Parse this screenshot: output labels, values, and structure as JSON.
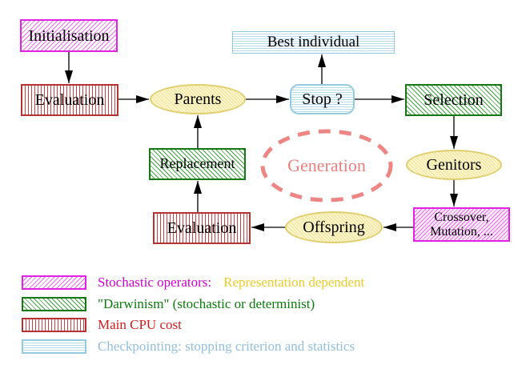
{
  "nodes": {
    "initialisation": {
      "label": "Initialisation"
    },
    "evaluation_top": {
      "label": "Evaluation"
    },
    "parents": {
      "label": "Parents"
    },
    "best_individual": {
      "label": "Best individual"
    },
    "stop": {
      "label": "Stop ?"
    },
    "selection": {
      "label": "Selection"
    },
    "genitors": {
      "label": "Genitors"
    },
    "crossover": {
      "line1": "Crossover,",
      "line2": "Mutation, ..."
    },
    "offspring": {
      "label": "Offspring"
    },
    "evaluation_bottom": {
      "label": "Evaluation"
    },
    "replacement": {
      "label": "Replacement"
    },
    "generation": {
      "label": "Generation"
    }
  },
  "legend": {
    "rows": [
      {
        "swatch": "magenta-hatch",
        "parts": [
          {
            "text": "Stochastic operators:",
            "color": "#cf00cf"
          },
          {
            "text": "Representation dependent",
            "color": "#eec927"
          }
        ]
      },
      {
        "swatch": "green-hatch",
        "parts": [
          {
            "text": "\"Darwinism\" (stochastic or determinist)",
            "color": "#0b7a0b"
          }
        ]
      },
      {
        "swatch": "red-stripes",
        "parts": [
          {
            "text": "Main CPU cost",
            "color": "#ce1d1d"
          }
        ]
      },
      {
        "swatch": "cyan-stripes",
        "parts": [
          {
            "text": "Checkpointing: stopping criterion and statistics",
            "color": "#90bedb"
          }
        ]
      }
    ]
  },
  "colors": {
    "stochastic_magenta": "#e222e2",
    "darwinism_green": "#157815",
    "cpu_red": "#b83232",
    "checkpoint_blue": "#93cadf",
    "operator_yellow_border": "#dfce6e",
    "operator_yellow_fill": "#fcf6cd",
    "generation_salmon": "#ee8585",
    "arrow_black": "#000000"
  }
}
